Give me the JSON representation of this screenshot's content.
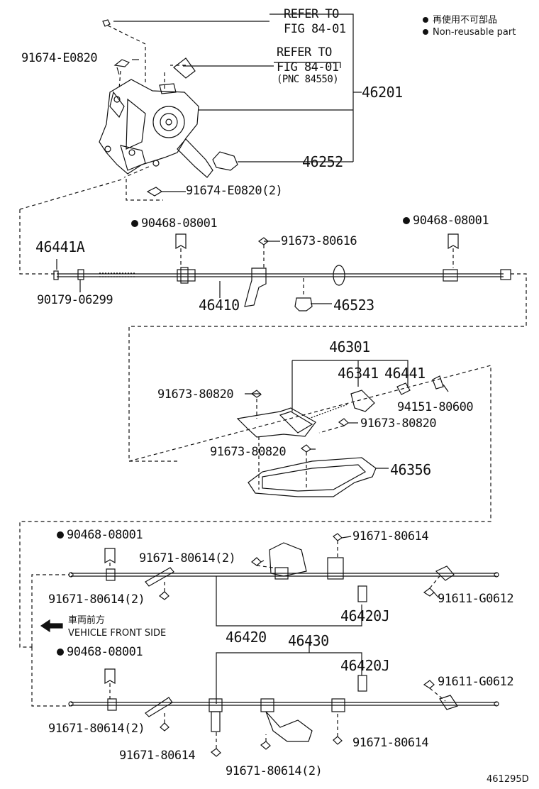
{
  "legend": {
    "line1": "再使用不可部品",
    "line2": "Non-reusable part"
  },
  "refer1": {
    "line1": "REFER TO",
    "line2": "FIG 84-01"
  },
  "refer2": {
    "line1": "REFER TO",
    "line2": "FIG 84-01",
    "line3": "(PNC 84550)"
  },
  "parts": {
    "p46201": "46201",
    "p46252": "46252",
    "bolt_top": "91674-E0820",
    "bolt_bottom": "91674-E0820(2)",
    "p46441A": "46441A",
    "clip_a": "90468-08001",
    "clip_b": "90468-08001",
    "p90179": "90179-06299",
    "bolt_91673_80616": "91673-80616",
    "p46410": "46410",
    "p46523": "46523",
    "p46301": "46301",
    "p46341": "46341",
    "p46441": "46441",
    "bolt_80820_a": "91673-80820",
    "bolt_80820_b": "91673-80820",
    "bolt_80820_c": "91673-80820",
    "p94151": "94151-80600",
    "p46356": "46356",
    "clip_c": "90468-08001",
    "b80614_a": "91671-80614",
    "b80614_2_a": "91671-80614(2)",
    "b80614_2_b": "91671-80614(2)",
    "p46420J_a": "46420J",
    "b91611_a": "91611-G0612",
    "p46420": "46420",
    "p46430": "46430",
    "clip_d": "90468-08001",
    "p46420J_b": "46420J",
    "b91611_b": "91611-G0612",
    "b80614_2_c": "91671-80614(2)",
    "b80614_b": "91671-80614",
    "b80614_c": "91671-80614",
    "b80614_2_d": "91671-80614(2)"
  },
  "front": {
    "jp": "車両前方",
    "en": "VEHICLE FRONT SIDE"
  },
  "figure_id": "461295D"
}
